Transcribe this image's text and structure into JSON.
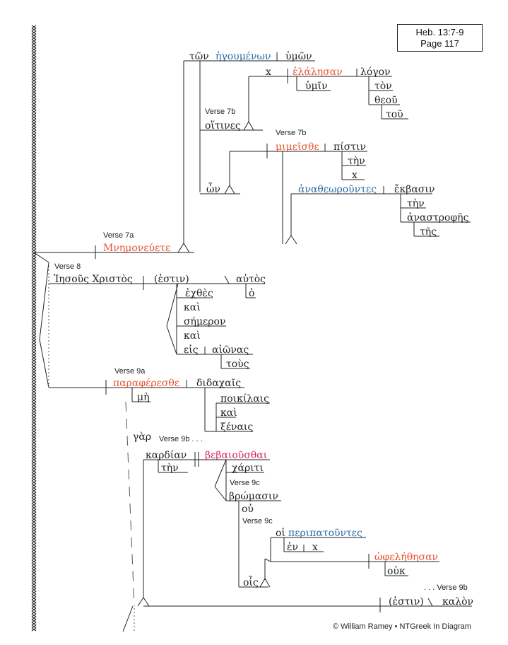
{
  "reference": {
    "line1": "Heb. 13:7-9",
    "line2": "Page 117"
  },
  "copyright": "© William Ramey • NTGreek In Diagram",
  "colors": {
    "black": "#222222",
    "verb_red": "#e8502d",
    "participle_blue": "#2a6aa3",
    "infinitive_pink": "#d4245a"
  },
  "labels": [
    {
      "id": "v7a",
      "text": "Verse 7a"
    },
    {
      "id": "v7b_a",
      "text": "Verse 7b"
    },
    {
      "id": "v7b_b",
      "text": "Verse 7b"
    },
    {
      "id": "v8",
      "text": "Verse 8"
    },
    {
      "id": "v9a",
      "text": "Verse 9a"
    },
    {
      "id": "v9b",
      "text": "Verse 9b . . ."
    },
    {
      "id": "v9c_a",
      "text": "Verse 9c"
    },
    {
      "id": "v9c_b",
      "text": "Verse 9c"
    },
    {
      "id": "v9b_end",
      "text": ". . . Verse 9b"
    }
  ],
  "words": [
    {
      "id": "ton_hegoumenon_art",
      "text": "τῶν",
      "color": "black"
    },
    {
      "id": "hegoumenon",
      "text": "ἡγουμένων",
      "color": "participle_blue"
    },
    {
      "id": "humon",
      "text": "ὑμῶν",
      "color": "black"
    },
    {
      "id": "x1",
      "text": "x",
      "color": "black"
    },
    {
      "id": "elalesan",
      "text": "ἐλάλησαν",
      "color": "verb_red"
    },
    {
      "id": "logon",
      "text": "λόγον",
      "color": "black"
    },
    {
      "id": "humin",
      "text": "ὑμῖν",
      "color": "black"
    },
    {
      "id": "ton",
      "text": "τὸν",
      "color": "black"
    },
    {
      "id": "theou",
      "text": "θεοῦ",
      "color": "black"
    },
    {
      "id": "tou",
      "text": "τοῦ",
      "color": "black"
    },
    {
      "id": "hoitines",
      "text": "οἵτινες",
      "color": "black"
    },
    {
      "id": "mimeisthe",
      "text": "μιμεῖσθε",
      "color": "verb_red"
    },
    {
      "id": "pistin",
      "text": "πίστιν",
      "color": "black"
    },
    {
      "id": "ten",
      "text": "τὴν",
      "color": "black"
    },
    {
      "id": "x2",
      "text": "x",
      "color": "black"
    },
    {
      "id": "hon",
      "text": "ὧν",
      "color": "black"
    },
    {
      "id": "anatheorountes",
      "text": "ἀναθεωροῦντες",
      "color": "participle_blue"
    },
    {
      "id": "ekbasin",
      "text": "ἔκβασιν",
      "color": "black"
    },
    {
      "id": "ten2",
      "text": "τὴν",
      "color": "black"
    },
    {
      "id": "anastrophes",
      "text": "ἀναστροφῆς",
      "color": "black"
    },
    {
      "id": "tes",
      "text": "τῆς",
      "color": "black"
    },
    {
      "id": "mnemoneuete",
      "text": "Μνημονεύετε",
      "color": "verb_red"
    },
    {
      "id": "iesous",
      "text": "Ἰησοῦς Χριστὸς",
      "color": "black"
    },
    {
      "id": "estin1",
      "text": "(ἐστιν)",
      "color": "black"
    },
    {
      "id": "autos",
      "text": "αὐτὸς",
      "color": "black"
    },
    {
      "id": "ho",
      "text": "ὁ",
      "color": "black"
    },
    {
      "id": "echthes",
      "text": "ἐχθὲς",
      "color": "black"
    },
    {
      "id": "kai1",
      "text": "καὶ",
      "color": "black"
    },
    {
      "id": "semeron",
      "text": "σήμερον",
      "color": "black"
    },
    {
      "id": "kai2",
      "text": "καὶ",
      "color": "black"
    },
    {
      "id": "eis",
      "text": "εἰς",
      "color": "black"
    },
    {
      "id": "aionas",
      "text": "αἰῶνας",
      "color": "black"
    },
    {
      "id": "tous",
      "text": "τοὺς",
      "color": "black"
    },
    {
      "id": "parapheresthe",
      "text": "παραφέρεσθε",
      "color": "verb_red"
    },
    {
      "id": "didachais",
      "text": "διδαχαῖς",
      "color": "black"
    },
    {
      "id": "me",
      "text": "μὴ",
      "color": "black"
    },
    {
      "id": "poikilais",
      "text": "ποικίλαις",
      "color": "black"
    },
    {
      "id": "kai3",
      "text": "καὶ",
      "color": "black"
    },
    {
      "id": "xenais",
      "text": "ξέναις",
      "color": "black"
    },
    {
      "id": "gar",
      "text": "γὰρ",
      "color": "black"
    },
    {
      "id": "kardian",
      "text": "καρδίαν",
      "color": "black"
    },
    {
      "id": "bebaiousthai",
      "text": "βεβαιοῦσθαι",
      "color": "infinitive_pink"
    },
    {
      "id": "ten3",
      "text": "τὴν",
      "color": "black"
    },
    {
      "id": "chariti",
      "text": "χάριτι",
      "color": "black"
    },
    {
      "id": "bromasin",
      "text": "βρώμασιν",
      "color": "black"
    },
    {
      "id": "ou",
      "text": "οὐ",
      "color": "black"
    },
    {
      "id": "hoi",
      "text": "οἱ",
      "color": "black"
    },
    {
      "id": "peripatountes",
      "text": "περιπατοῦντες",
      "color": "participle_blue"
    },
    {
      "id": "en",
      "text": "ἐν",
      "color": "black"
    },
    {
      "id": "x3",
      "text": "x",
      "color": "black"
    },
    {
      "id": "hois",
      "text": "οἷς",
      "color": "black"
    },
    {
      "id": "ophelethesan",
      "text": "ὠφελήθησαν",
      "color": "verb_red"
    },
    {
      "id": "ouk",
      "text": "οὐκ",
      "color": "black"
    },
    {
      "id": "estin2",
      "text": "(ἐστιν)",
      "color": "black"
    },
    {
      "id": "kalon",
      "text": "καλὸν",
      "color": "black"
    }
  ]
}
